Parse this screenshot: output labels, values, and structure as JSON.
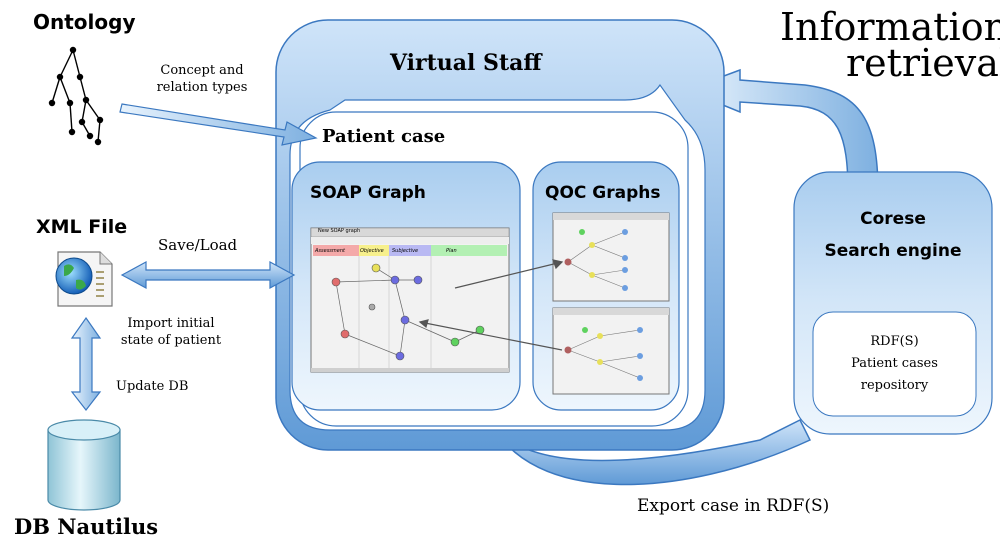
{
  "ontology": {
    "title": "Ontology",
    "arrow_label": "Concept and relation types"
  },
  "information_retrieval": {
    "line1": "Information",
    "line2": "retrieval"
  },
  "virtual_staff": {
    "title": "Virtual Staff"
  },
  "patient_case": {
    "title": "Patient case"
  },
  "soap_graph": {
    "title": "SOAP Graph",
    "window_title": "New SOAP graph",
    "columns": [
      "Assessment",
      "Objective",
      "Subjective",
      "Plan"
    ]
  },
  "qoc_graphs": {
    "title": "QOC Graphs"
  },
  "xml_file": {
    "title": "XML File",
    "save_load": "Save/Load"
  },
  "import_label": {
    "line1": "Import initial",
    "line2": "state of patient"
  },
  "update_db": "Update DB",
  "db": {
    "title": "DB Nautilus"
  },
  "corese": {
    "line1": "Corese",
    "line2": "Search engine",
    "repo_line1": "RDF(S)",
    "repo_line2": "Patient cases",
    "repo_line3": "repository"
  },
  "export_label": "Export case in RDF(S)",
  "colors": {
    "gradient_light": "#d9ebfb",
    "gradient_mid": "#9fcaf0",
    "gradient_dark": "#4f8fd0",
    "soap_assessment": "#f4a9a9",
    "soap_objective": "#f7f08c",
    "soap_subjective": "#b9b9f3",
    "soap_plan": "#b3f0b3"
  }
}
